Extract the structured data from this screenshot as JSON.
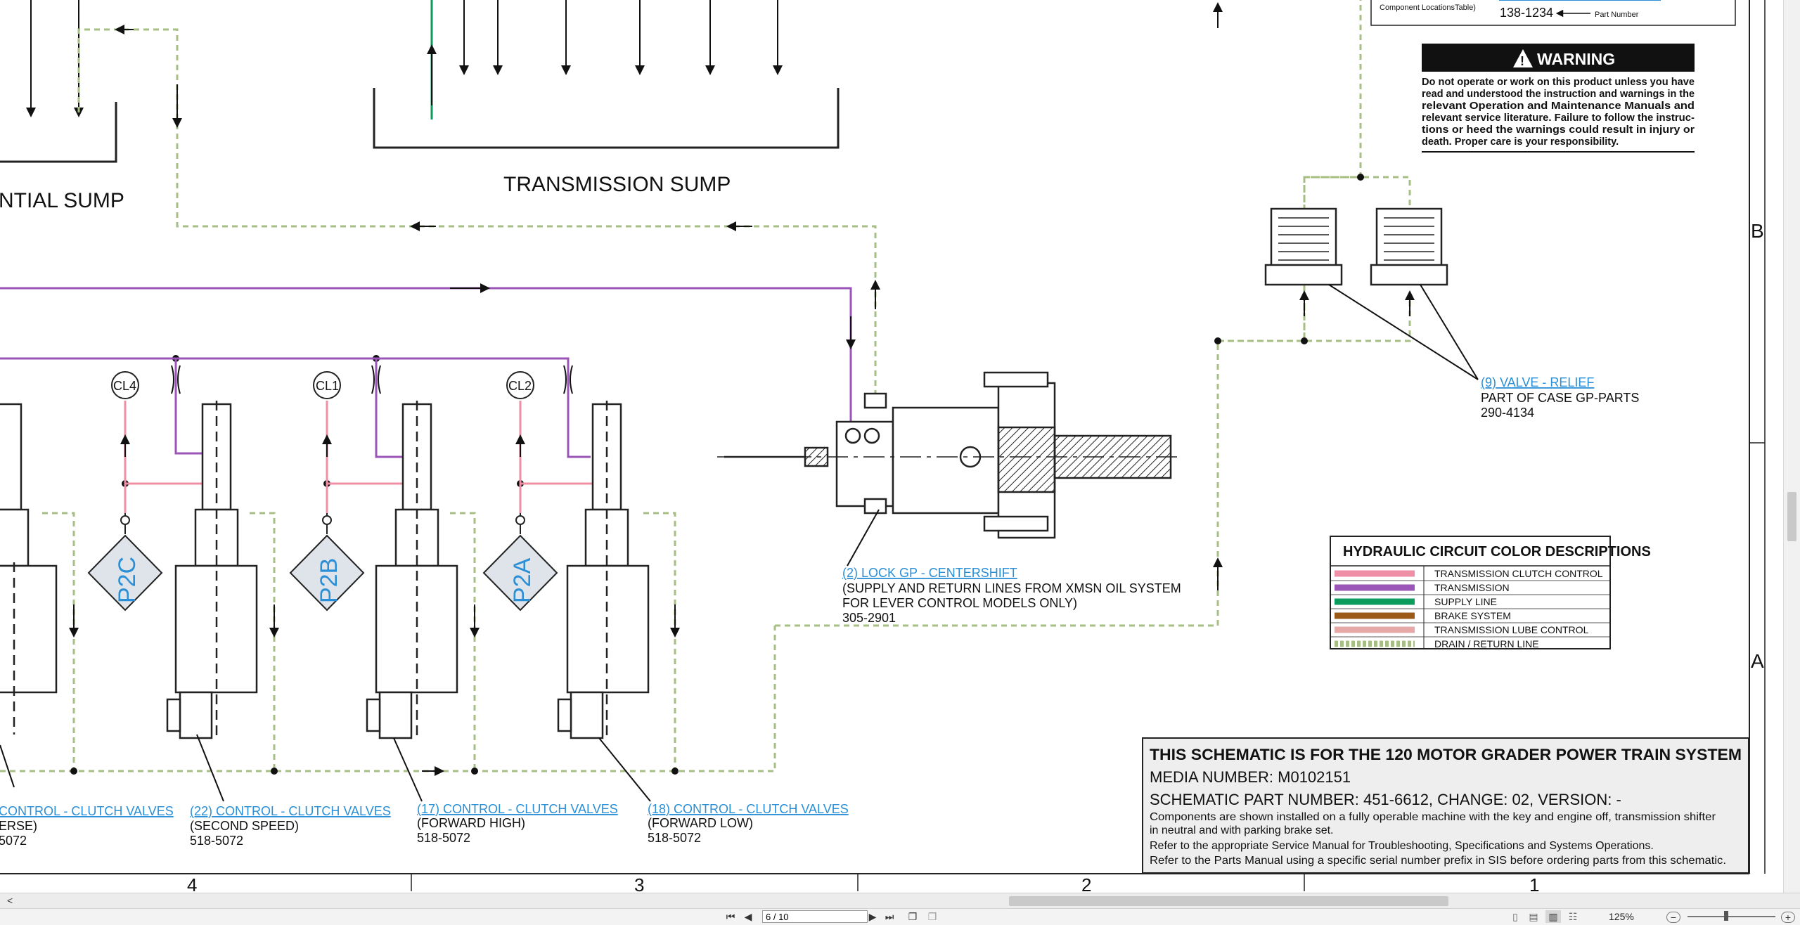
{
  "sumps": {
    "differential": "NTIAL SUMP",
    "transmission": "TRANSMISSION SUMP"
  },
  "part_number_callout": {
    "location_table": "Component LocationsTable)",
    "part_number": "138-1234",
    "part_number_label": "Part Number"
  },
  "warning": {
    "title": "WARNING",
    "lines": [
      "Do not operate or work on this product unless you have",
      "read and understood the instruction and warnings in the",
      "relevant Operation and Maintenance Manuals and",
      "relevant service literature. Failure to follow the instruc-",
      "tions or heed the warnings could result in injury or",
      "death. Proper care is your responsibility."
    ]
  },
  "grid": {
    "row_b": "B",
    "row_a": "A",
    "col_4": "4",
    "col_3": "3",
    "col_2": "2",
    "col_1": "1"
  },
  "clutch_labels": {
    "cl4": "CL4",
    "cl1": "CL1",
    "cl2": "CL2"
  },
  "pressure_taps": {
    "p2c": "P2C",
    "p2b": "P2B",
    "p2a": "P2A"
  },
  "relief_valve": {
    "title": "(9) VALVE - RELIEF",
    "line1": "PART OF CASE GP-PARTS",
    "part": "290-4134"
  },
  "centershift": {
    "title": "(2) LOCK GP - CENTERSHIFT",
    "line1": "(SUPPLY AND RETURN LINES FROM XMSN OIL SYSTEM",
    "line2": "FOR LEVER CONTROL MODELS ONLY)",
    "part": "305-2901"
  },
  "clutch_valves": [
    {
      "title": "CONTROL - CLUTCH VALVES",
      "sub": "ERSE)",
      "part": "5072"
    },
    {
      "title": "(22) CONTROL - CLUTCH VALVES",
      "sub": "(SECOND SPEED)",
      "part": "518-5072"
    },
    {
      "title": "(17) CONTROL - CLUTCH VALVES",
      "sub": "(FORWARD HIGH)",
      "part": "518-5072"
    },
    {
      "title": "(18) CONTROL - CLUTCH VALVES",
      "sub": "(FORWARD LOW)",
      "part": "518-5072"
    }
  ],
  "legend": {
    "title": "HYDRAULIC CIRCUIT COLOR DESCRIPTIONS",
    "items": [
      {
        "label": "TRANSMISSION CLUTCH CONTROL",
        "color": "#ef8fa6",
        "style": "solid"
      },
      {
        "label": "TRANSMISSION",
        "color": "#9b55b8",
        "style": "solid"
      },
      {
        "label": "SUPPLY LINE",
        "color": "#0a9b5d",
        "style": "solid"
      },
      {
        "label": "BRAKE SYSTEM",
        "color": "#9c5a18",
        "style": "solid"
      },
      {
        "label": "TRANSMISSION LUBE CONTROL",
        "color": "#e7a8a8",
        "style": "solid"
      },
      {
        "label": "DRAIN / RETURN LINE",
        "color": "#a7bf85",
        "style": "dashed"
      }
    ]
  },
  "title_block": {
    "line1": "THIS SCHEMATIC IS FOR THE 120 MOTOR GRADER POWER TRAIN SYSTEM",
    "line2": "MEDIA NUMBER: M0102151",
    "line3": "SCHEMATIC PART NUMBER: 451-6612, CHANGE: 02, VERSION: -",
    "notes": [
      "Components are shown installed on a fully operable machine with the key and engine off, transmission shifter",
      "in neutral and with parking brake set.",
      "Refer to the appropriate Service Manual for Troubleshooting, Specifications and Systems Operations.",
      "Refer to the Parts Manual using a specific serial number prefix in SIS before ordering parts from this schematic."
    ]
  },
  "viewer": {
    "page_value": "6 / 10",
    "zoom": "125%",
    "first_page": "⏮",
    "prev_page": "◀",
    "next_page": "▶",
    "last_page": "⏭",
    "zoom_out": "−",
    "zoom_in": "+",
    "scroll_left": "<"
  },
  "colors": {
    "clutch_control": "#ef8fa6",
    "transmission": "#9b55b8",
    "supply": "#0a9b5d",
    "drain": "#a7bf85",
    "link": "#2a8fd6"
  }
}
